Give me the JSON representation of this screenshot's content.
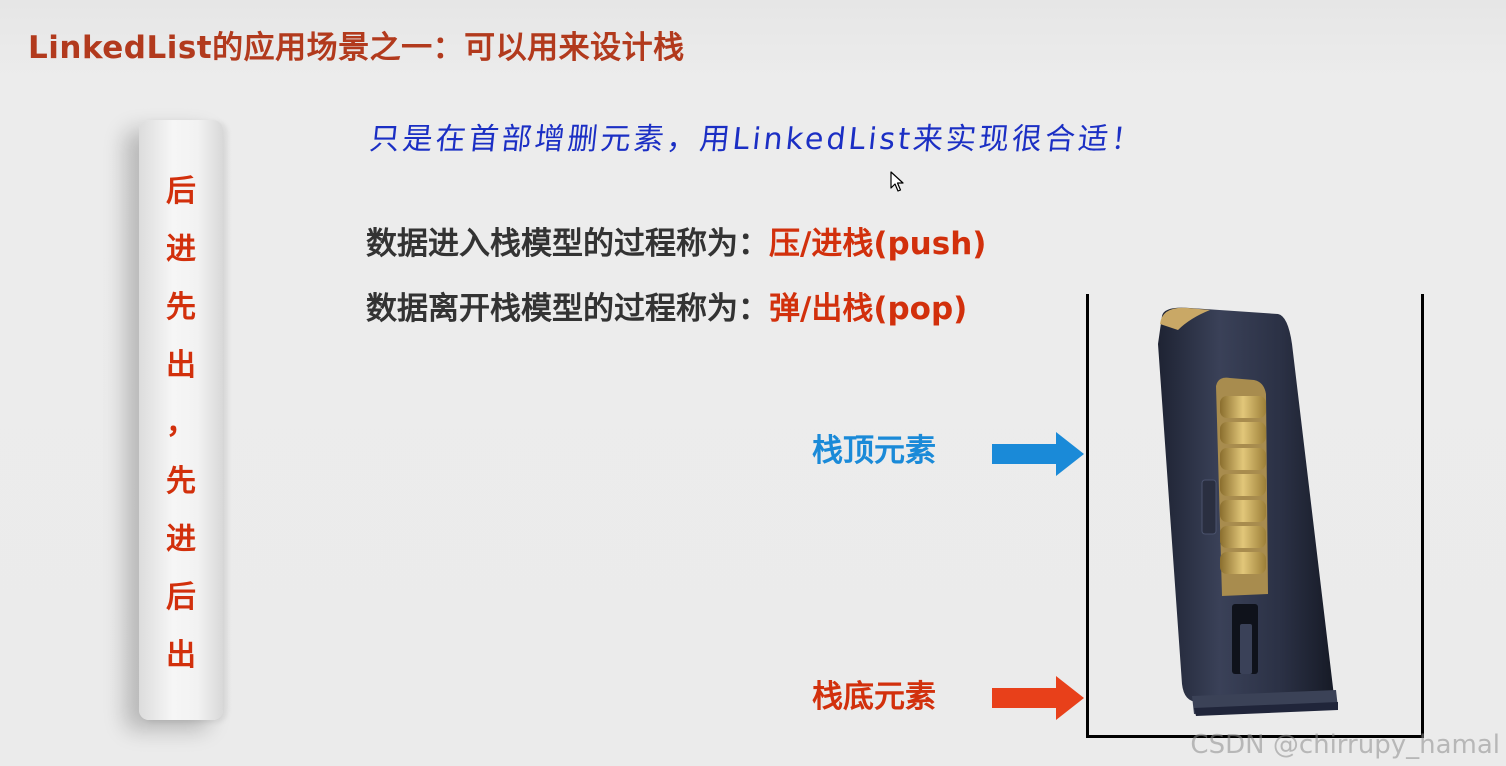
{
  "title": "LinkedList的应用场景之一：可以用来设计栈",
  "side_text": [
    "后",
    "进",
    "先",
    "出",
    "，",
    "先",
    "进",
    "后",
    "出"
  ],
  "handwritten_note": "只是在首部增删元素，用LinkedList来实现很合适！",
  "definitions": [
    {
      "label": "数据进入栈模型的过程称为：",
      "value": "压/进栈(push)"
    },
    {
      "label": "数据离开栈模型的过程称为：",
      "value": "弹/出栈(pop)"
    }
  ],
  "stack_top_label": "栈顶元素",
  "stack_bottom_label": "栈底元素",
  "watermark": "CSDN @chirrupy_hamal",
  "colors": {
    "title": "#b23a1d",
    "accent_red": "#d2300c",
    "top_blue": "#1a8ad8",
    "bottom_red": "#e8401a",
    "note_blue": "#1b2fc4"
  },
  "icons": {
    "cursor": "mouse-pointer-icon",
    "top_arrow": "arrow-right-icon",
    "bottom_arrow": "arrow-right-icon",
    "magazine": "magazine-image"
  }
}
